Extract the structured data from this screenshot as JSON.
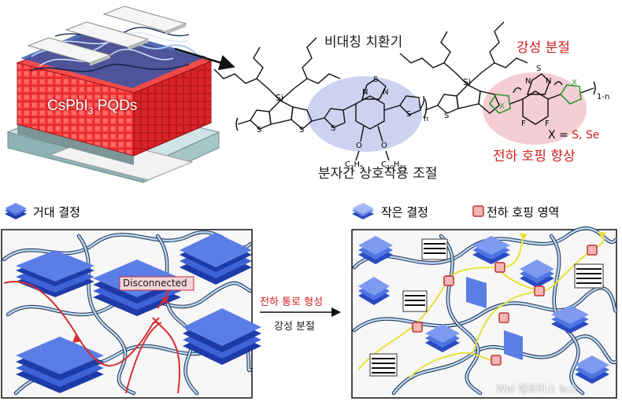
{
  "colors": {
    "black_label": "#1a1a1a",
    "red_label": "#d21f1f",
    "perovskite_red": "#e8282c",
    "qd_blue": "#3f63d6",
    "polymer_light": "#b9d9ef",
    "polymer_dark": "#1b2a52",
    "ellipse_blue": "#c9cdef",
    "ellipse_pink": "#f4c8cf",
    "hopping_box": "#e06a6a",
    "path_red": "#d53030",
    "path_yellow": "#e8e23a"
  },
  "device": {
    "label_main": "CsPbI",
    "label_sub": "3",
    "label_tail": " PQDs"
  },
  "molecule": {
    "asym_label": "비대칭 치환기",
    "rigid_label": "강성 분절",
    "interaction_label": "분자간 상호작용 조절",
    "hopping_label": "전하 호핑 향상",
    "atom_si1": "Si",
    "atom_si2": "Si",
    "atom_s_thio": "S",
    "atom_s_thio2": "S",
    "atom_s_thio3": "S",
    "atom_s_thio4": "S",
    "atom_s_thio5": "S",
    "atom_s_btd1": "S",
    "atom_s_btd2": "S",
    "atom_n1": "N",
    "atom_n2": "N",
    "atom_n3": "N",
    "atom_n4": "N",
    "atom_o1": "O",
    "atom_o2": "O",
    "atom_f1": "F",
    "atom_f2": "F",
    "atom_x1": "X",
    "atom_x2": "X",
    "sub_c2h5": "C",
    "sub_c2h5_num": "2",
    "sub_c2h5_h": "H",
    "sub_c2h5_hnum": "5",
    "sub_c10h21": "C",
    "sub_c10h21_num": "10",
    "sub_c10h21_h": "H",
    "sub_c10h21_hnum": "21",
    "repeat_n": "n",
    "repeat_1n": "1-n",
    "x_eq_prefix": "X = ",
    "x_eq_s": "S",
    "x_eq_sep": ", ",
    "x_eq_se": "Se"
  },
  "bottom": {
    "legend_large": "거대 결정",
    "legend_small": "작은 결정",
    "legend_hopping": "전하 호핑 영역",
    "disconnected": "Disconnected",
    "arrow_top": "전하 통로 형성",
    "arrow_bottom": "강성 분절",
    "watermark": "Wel 헬로티스 뉴스"
  }
}
